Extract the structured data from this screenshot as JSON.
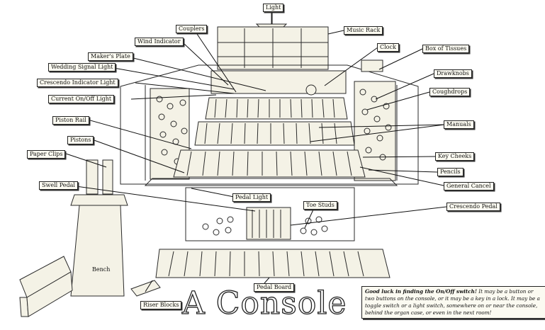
{
  "labels": {
    "light": "Light",
    "music_rack": "Music Rack",
    "couplers": "Couplers",
    "wind_indicator": "Wind Indicator",
    "clock": "Clock",
    "box_of_tissues": "Box of Tissues",
    "makers_plate": "Maker's Plate",
    "wedding_signal_light": "Wedding Signal Light",
    "drawknobs": "Drawknobs",
    "crescendo_indicator_light": "Crescendo Indicator Light",
    "coughdrops": "Coughdrops",
    "current_on_off_light": "Current On/Off Light",
    "piston_rail": "Piston Rail",
    "manuals": "Manuals",
    "pistons": "Pistons",
    "paper_clips": "Paper Clips",
    "key_cheeks": "Key Cheeks",
    "pencils": "Pencils",
    "general_cancel": "General Cancel",
    "swell_pedal": "Swell Pedal",
    "pedal_light": "Pedal Light",
    "toe_studs": "Toe Studs",
    "crescendo_pedal": "Crescendo Pedal",
    "bench": "Bench",
    "pedal_board": "Pedal Board",
    "riser_blocks": "Riser Blocks"
  },
  "title": "A Console",
  "note": {
    "lead": "Good luck in finding the On/Off switch!",
    "body": " It may be a button or two buttons on the console, or it may be a key in a lock. It may be a toggle switch or a light switch, somewhere on or near the console, behind the organ case, or even in the next room!"
  }
}
